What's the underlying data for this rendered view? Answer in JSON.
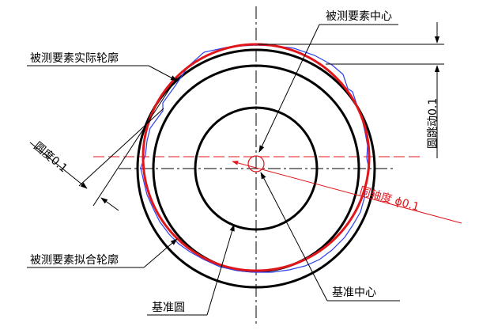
{
  "colors": {
    "line": "#000000",
    "fit": "#e0161b",
    "actual": "#2b3ff0",
    "axis": "#e0161b"
  },
  "labels": {
    "measured_center": "被测要素中心",
    "actual_profile": "被测要素实际轮廓",
    "fitted_profile": "被测要素拟合轮廓",
    "datum_circle": "基准圆",
    "datum_center": "基准中心",
    "roundness": "圆度0.1",
    "circular_runout": "圆跳动0.1",
    "coaxiality": "同轴度 ϕ0.1"
  }
}
